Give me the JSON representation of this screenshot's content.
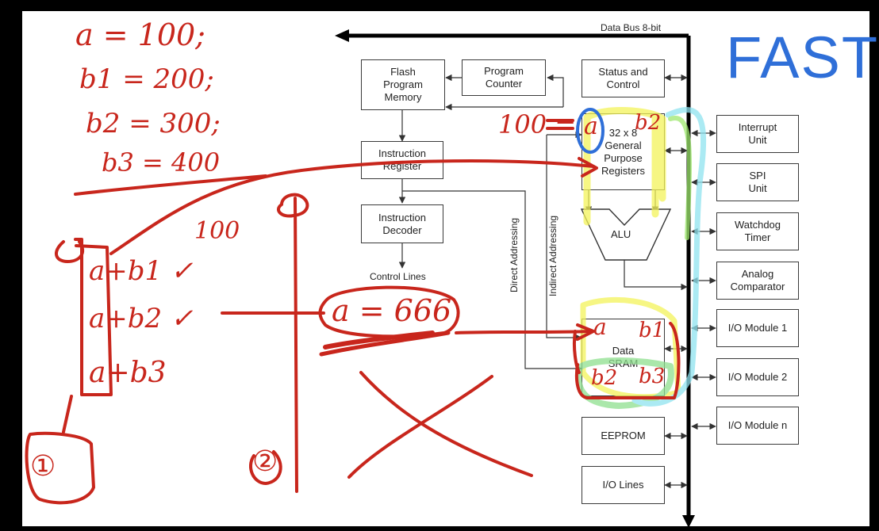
{
  "diagram": {
    "data_bus_label": "Data Bus 8-bit",
    "blocks": {
      "flash": "Flash\nProgram\nMemory",
      "program_counter": "Program\nCounter",
      "status_control": "Status and\nControl",
      "instruction_register": "Instruction\nRegister",
      "general_registers": "32 x 8\nGeneral\nPurpose\nRegisters",
      "instruction_decoder": "Instruction\nDecoder",
      "alu": "ALU",
      "data_sram": "Data\nSRAM",
      "eeprom": "EEPROM",
      "io_lines": "I/O Lines",
      "interrupt_unit": "Interrupt\nUnit",
      "spi_unit": "SPI\nUnit",
      "watchdog_timer": "Watchdog\nTimer",
      "analog_comparator": "Analog\nComparator",
      "io_module_1": "I/O Module 1",
      "io_module_2": "I/O Module 2",
      "io_module_n": "I/O Module n"
    },
    "control_lines_label": "Control Lines",
    "direct_addressing_label": "Direct Addressing",
    "indirect_addressing_label": "Indirect Addressing"
  },
  "annotations": {
    "assign_a": "a = 100;",
    "assign_b1": "b1 = 200;",
    "assign_b2": "b2 = 300;",
    "assign_b3": "b3 = 400",
    "fast": "FAST",
    "sum_b1": "a+b1 ✓",
    "sum_b2": "a+b2 ✓",
    "sum_b3": "a+b3",
    "value_100_top": "100",
    "value_100_reg": "100 =",
    "reg_a": "a",
    "reg_b2": "b2",
    "assign_a_666": "a = 666",
    "sram_a": "a",
    "sram_b1": "b1",
    "sram_b2": "b2",
    "sram_b3": "b3",
    "option_1": "①",
    "option_2": "②"
  },
  "colors": {
    "ink_red": "#c8261c",
    "ink_blue": "#2f6fd8",
    "highlight_yellow": "#f3f35a",
    "highlight_green": "#8ee08e",
    "highlight_cyan": "#8fe3f0"
  }
}
